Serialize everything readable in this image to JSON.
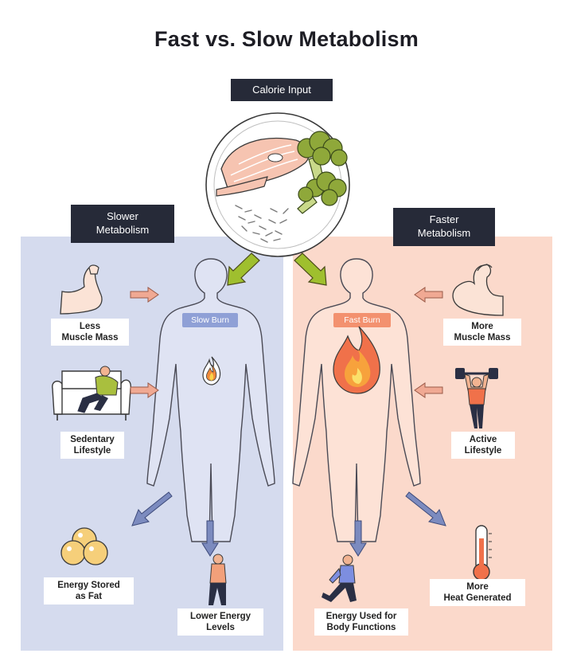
{
  "title": "Fast vs. Slow Metabolism",
  "calorie_input": "Calorie Input",
  "slower": {
    "heading": "Slower\nMetabolism",
    "burn": "Slow Burn"
  },
  "faster": {
    "heading": "Faster\nMetabolism",
    "burn": "Fast Burn"
  },
  "labels": {
    "less_muscle": "Less\nMuscle Mass",
    "sedentary": "Sedentary\nLifestyle",
    "energy_stored": "Energy Stored\nas Fat",
    "lower_energy": "Lower Energy\nLevels",
    "more_muscle": "More\nMuscle Mass",
    "active": "Active\nLifestyle",
    "more_heat": "More\nHeat Generated",
    "energy_used": "Energy Used for\nBody Functions"
  },
  "colors": {
    "slow_panel": "#d5dbee",
    "fast_panel": "#fbd9cb",
    "dark_label": "#262a38",
    "slow_arrow": "#7c8bbf",
    "fast_arrow": "#f0a993",
    "diet_arrow": "#9fbf2e",
    "slow_burn_chip": "#8fa0d6",
    "fast_burn_chip": "#f3916f"
  }
}
